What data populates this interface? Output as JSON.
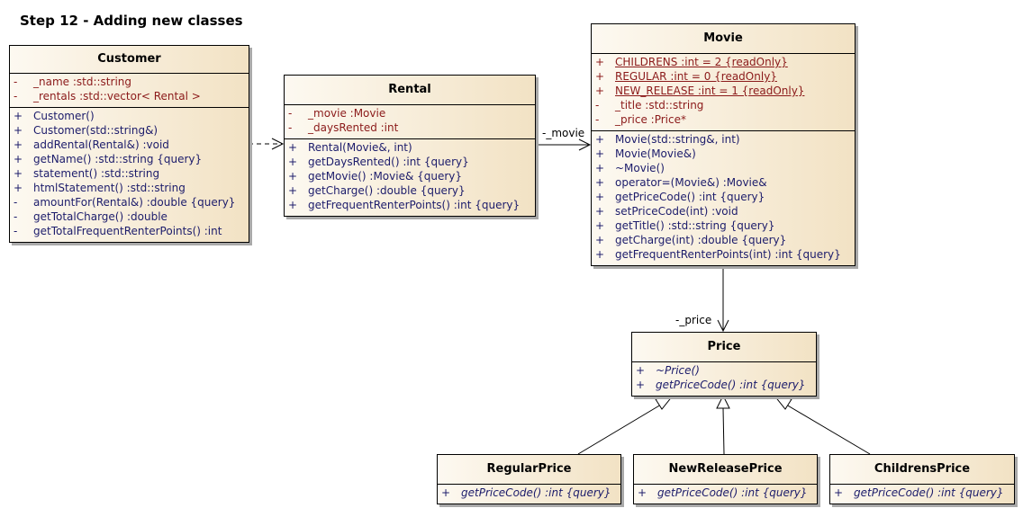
{
  "diagram_title": "Step 12 - Adding new classes",
  "classes": {
    "customer": {
      "name": "Customer",
      "attributes": [
        {
          "vis": "-",
          "text": "_name  :std::string"
        },
        {
          "vis": "-",
          "text": "_rentals  :std::vector< Rental >"
        }
      ],
      "operations": [
        {
          "vis": "+",
          "text": "Customer()"
        },
        {
          "vis": "+",
          "text": "Customer(std::string&)"
        },
        {
          "vis": "+",
          "text": "addRental(Rental&)  :void"
        },
        {
          "vis": "+",
          "text": "getName()  :std::string {query}"
        },
        {
          "vis": "+",
          "text": "statement()  :std::string"
        },
        {
          "vis": "+",
          "text": "htmlStatement()  :std::string"
        },
        {
          "vis": "-",
          "text": "amountFor(Rental&)  :double {query}"
        },
        {
          "vis": "-",
          "text": "getTotalCharge()  :double"
        },
        {
          "vis": "-",
          "text": "getTotalFrequentRenterPoints()  :int"
        }
      ]
    },
    "rental": {
      "name": "Rental",
      "attributes": [
        {
          "vis": "-",
          "text": "_movie  :Movie"
        },
        {
          "vis": "-",
          "text": "_daysRented  :int"
        }
      ],
      "operations": [
        {
          "vis": "+",
          "text": "Rental(Movie&, int)"
        },
        {
          "vis": "+",
          "text": "getDaysRented()  :int {query}"
        },
        {
          "vis": "+",
          "text": "getMovie()  :Movie& {query}"
        },
        {
          "vis": "+",
          "text": "getCharge()  :double {query}"
        },
        {
          "vis": "+",
          "text": "getFrequentRenterPoints()  :int {query}"
        }
      ]
    },
    "movie": {
      "name": "Movie",
      "attributes": [
        {
          "vis": "+",
          "text": "CHILDRENS  :int = 2 {readOnly}"
        },
        {
          "vis": "+",
          "text": "REGULAR  :int = 0 {readOnly}"
        },
        {
          "vis": "+",
          "text": "NEW_RELEASE  :int = 1 {readOnly}"
        },
        {
          "vis": "-",
          "text": "_title  :std::string"
        },
        {
          "vis": "-",
          "text": "_price  :Price*"
        }
      ],
      "operations": [
        {
          "vis": "+",
          "text": "Movie(std::string&, int)"
        },
        {
          "vis": "+",
          "text": "Movie(Movie&)"
        },
        {
          "vis": "+",
          "text": "~Movie()"
        },
        {
          "vis": "+",
          "text": "operator=(Movie&)  :Movie&"
        },
        {
          "vis": "+",
          "text": "getPriceCode()  :int {query}"
        },
        {
          "vis": "+",
          "text": "setPriceCode(int)  :void"
        },
        {
          "vis": "+",
          "text": "getTitle()  :std::string {query}"
        },
        {
          "vis": "+",
          "text": "getCharge(int)  :double {query}"
        },
        {
          "vis": "+",
          "text": "getFrequentRenterPoints(int)  :int {query}"
        }
      ]
    },
    "price": {
      "name": "Price",
      "operations": [
        {
          "vis": "+",
          "text": "~Price()"
        },
        {
          "vis": "+",
          "text": "getPriceCode()  :int {query}"
        }
      ]
    },
    "regular_price": {
      "name": "RegularPrice",
      "operations": [
        {
          "vis": "+",
          "text": "getPriceCode()  :int {query}"
        }
      ]
    },
    "new_release_price": {
      "name": "NewReleasePrice",
      "operations": [
        {
          "vis": "+",
          "text": "getPriceCode()  :int {query}"
        }
      ]
    },
    "childrens_price": {
      "name": "ChildrensPrice",
      "operations": [
        {
          "vis": "+",
          "text": "getPriceCode()  :int {query}"
        }
      ]
    }
  },
  "associations": {
    "rental_movie_role": "-_movie",
    "movie_price_role": "-_price"
  }
}
